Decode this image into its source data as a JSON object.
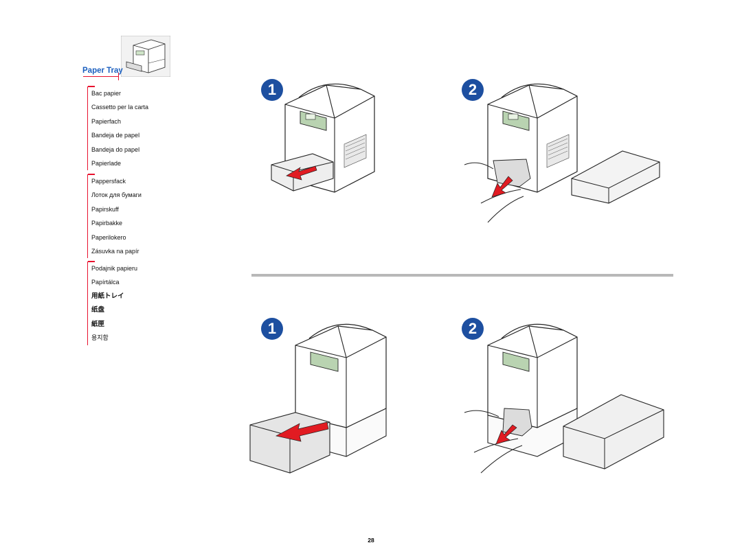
{
  "colors": {
    "accent": "#e8112d",
    "title_blue": "#1b5fbf",
    "separator": "#b8b8b8",
    "arrow_red": "#e11b22",
    "badge_blue": "#1d4fa0"
  },
  "sidebar": {
    "title": "Paper Tray",
    "icon": "mini-printer-icon",
    "groups": [
      {
        "items": [
          "Bac papier",
          "Cassetto per la carta",
          "Papierfach",
          "Bandeja de papel",
          "Bandeja do papel",
          "Papierlade"
        ]
      },
      {
        "items": [
          "Pappersfack",
          "Лоток для бумаги",
          "Papirskuff",
          "Papirbakke",
          "Paperilokero",
          "Zásuvka na papír"
        ]
      },
      {
        "items": [
          "Podajnik papieru",
          "Papírtálca",
          "用紙トレイ",
          "纸盘",
          "紙匣",
          "용지함"
        ]
      }
    ]
  },
  "steps": {
    "top": [
      {
        "badge": "1",
        "image": "standard-tray-removed"
      },
      {
        "badge": "2",
        "image": "remove-jammed-paper"
      }
    ],
    "bottom": [
      {
        "badge": "1",
        "image": "large-drawer-removed"
      },
      {
        "badge": "2",
        "image": "remove-jammed-paper-drawer"
      }
    ]
  },
  "footer": {
    "page_number": "28"
  }
}
